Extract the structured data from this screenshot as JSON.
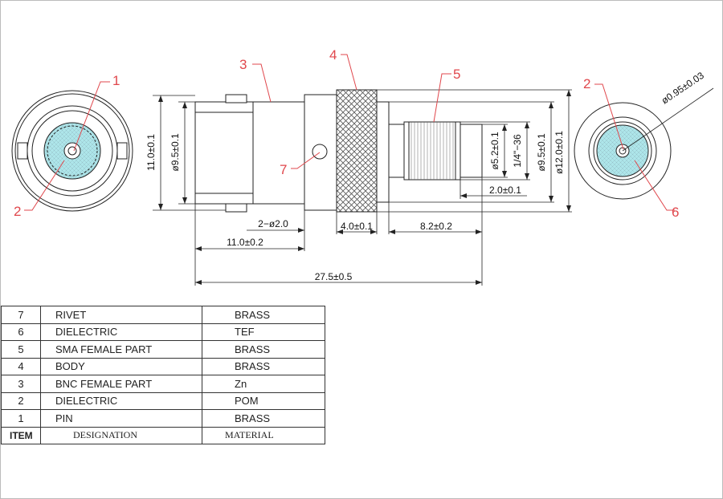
{
  "callouts": [
    "1",
    "2",
    "3",
    "4",
    "5",
    "2",
    "6",
    "7"
  ],
  "dimensions": {
    "body_dia": "11.0±0.1",
    "bnc_dia": "ø9.5±0.1",
    "rivet_holes": "2−ø2.0",
    "bnc_len": "11.0±0.2",
    "total_len": "27.5±0.5",
    "knurl_len": "4.0±0.1",
    "sma_len": "8.2±0.2",
    "pin_step": "2.0±0.1",
    "sma_inner": "ø5.2±0.1",
    "thread": "1/4\"−36",
    "sma_mid": "ø9.5±0.1",
    "sma_outer": "ø12.0±0.1",
    "pin_dia": "ø0.95±0.03"
  },
  "bom": {
    "header": {
      "item": "ITEM",
      "designation": "DESIGNATION",
      "material": "MATERIAL"
    },
    "rows": [
      {
        "item": "7",
        "designation": "RIVET",
        "material": "BRASS"
      },
      {
        "item": "6",
        "designation": "DIELECTRIC",
        "material": "TEF"
      },
      {
        "item": "5",
        "designation": "SMA FEMALE PART",
        "material": "BRASS"
      },
      {
        "item": "4",
        "designation": "BODY",
        "material": "BRASS"
      },
      {
        "item": "3",
        "designation": "BNC FEMALE PART",
        "material": "Zn"
      },
      {
        "item": "2",
        "designation": "DIELECTRIC",
        "material": "POM"
      },
      {
        "item": "1",
        "designation": "PIN",
        "material": "BRASS"
      }
    ]
  }
}
